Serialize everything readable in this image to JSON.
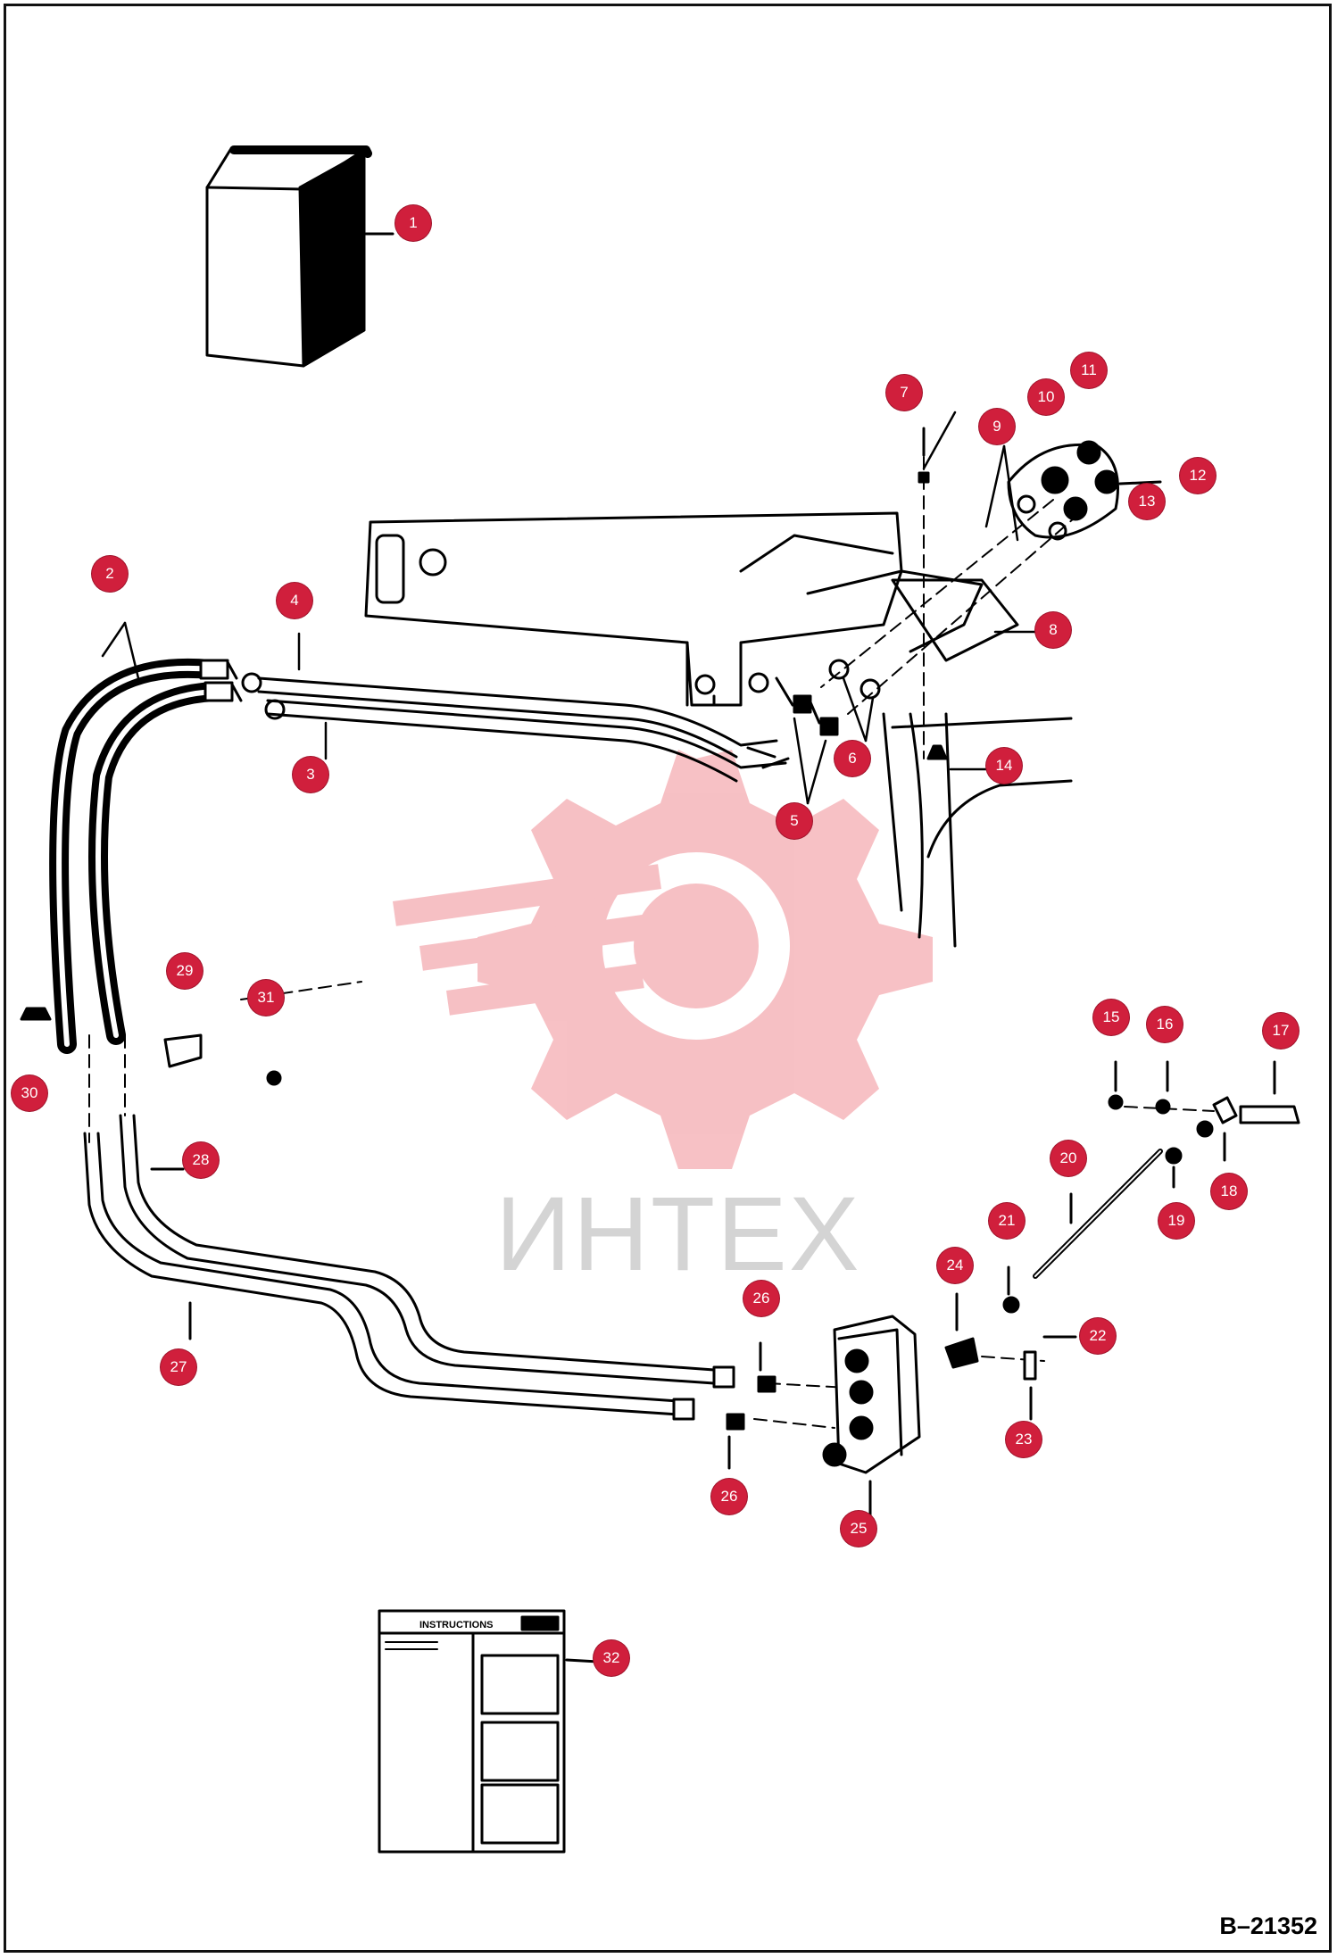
{
  "drawing_number": "B–21352",
  "watermark": {
    "text": "ИНТЕХ",
    "icon": "gear-wrench-logo",
    "color": "#e84c5a"
  },
  "marker_color": "#d01f3c",
  "instruction_sheet": {
    "heading": "INSTRUCTIONS"
  },
  "markers": [
    {
      "id": "1",
      "label": "1"
    },
    {
      "id": "2",
      "label": "2"
    },
    {
      "id": "3",
      "label": "3"
    },
    {
      "id": "4",
      "label": "4"
    },
    {
      "id": "5",
      "label": "5"
    },
    {
      "id": "6",
      "label": "6"
    },
    {
      "id": "7",
      "label": "7"
    },
    {
      "id": "8",
      "label": "8"
    },
    {
      "id": "9",
      "label": "9"
    },
    {
      "id": "10",
      "label": "10"
    },
    {
      "id": "11",
      "label": "11"
    },
    {
      "id": "12",
      "label": "12"
    },
    {
      "id": "13",
      "label": "13"
    },
    {
      "id": "14",
      "label": "14"
    },
    {
      "id": "15",
      "label": "15"
    },
    {
      "id": "16",
      "label": "16"
    },
    {
      "id": "17",
      "label": "17"
    },
    {
      "id": "18",
      "label": "18"
    },
    {
      "id": "19",
      "label": "19"
    },
    {
      "id": "20",
      "label": "20"
    },
    {
      "id": "21",
      "label": "21"
    },
    {
      "id": "22",
      "label": "22"
    },
    {
      "id": "23",
      "label": "23"
    },
    {
      "id": "24",
      "label": "24"
    },
    {
      "id": "25",
      "label": "25"
    },
    {
      "id": "26a",
      "label": "26"
    },
    {
      "id": "26b",
      "label": "26"
    },
    {
      "id": "27",
      "label": "27"
    },
    {
      "id": "28",
      "label": "28"
    },
    {
      "id": "29",
      "label": "29"
    },
    {
      "id": "30",
      "label": "30"
    },
    {
      "id": "31",
      "label": "31"
    },
    {
      "id": "32",
      "label": "32"
    }
  ]
}
